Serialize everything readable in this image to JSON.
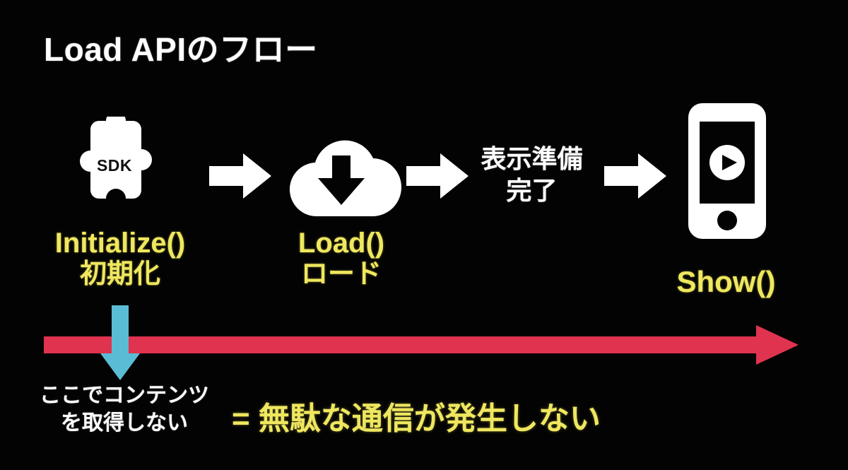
{
  "slide": {
    "title": "Load APIのフロー",
    "background_color": "#030303"
  },
  "colors": {
    "background": "#030303",
    "accent_yellow": "#EFE75E",
    "white": "#FFFFFF",
    "timeline_red": "#E0334F",
    "down_arrow_teal": "#5BBCD6",
    "sdk_text": "#111111"
  },
  "flow": {
    "stages": [
      {
        "icon": "puzzle-piece-icon",
        "icon_text": "SDK",
        "label_line1": "Initialize()",
        "label_line2": "初期化",
        "label_color": "#EFE75E"
      },
      {
        "icon": "cloud-download-icon",
        "icon_text": "",
        "label_line1": "Load()",
        "label_line2": "ロード",
        "label_color": "#EFE75E"
      },
      {
        "icon": "mobile-phone-play-icon",
        "icon_text": "",
        "label_line1": "Show()",
        "label_line2": "",
        "label_color": "#EFE75E"
      }
    ],
    "arrows": [
      {
        "name": "flow-arrow-1",
        "direction": "right",
        "color": "#FFFFFF"
      },
      {
        "name": "flow-arrow-2",
        "direction": "right",
        "color": "#FFFFFF"
      },
      {
        "name": "flow-arrow-3",
        "direction": "right",
        "color": "#FFFFFF"
      }
    ],
    "ready_text_line1": "表示準備",
    "ready_text_line2": "完了"
  },
  "timeline": {
    "name": "timeline-arrow",
    "direction": "right",
    "color": "#E0334F"
  },
  "callout": {
    "down_arrow_color": "#5BBCD6",
    "note_line1": "ここでコンテンツ",
    "note_line2": "を取得しない",
    "conclusion": "= 無駄な通信が発生しない"
  }
}
